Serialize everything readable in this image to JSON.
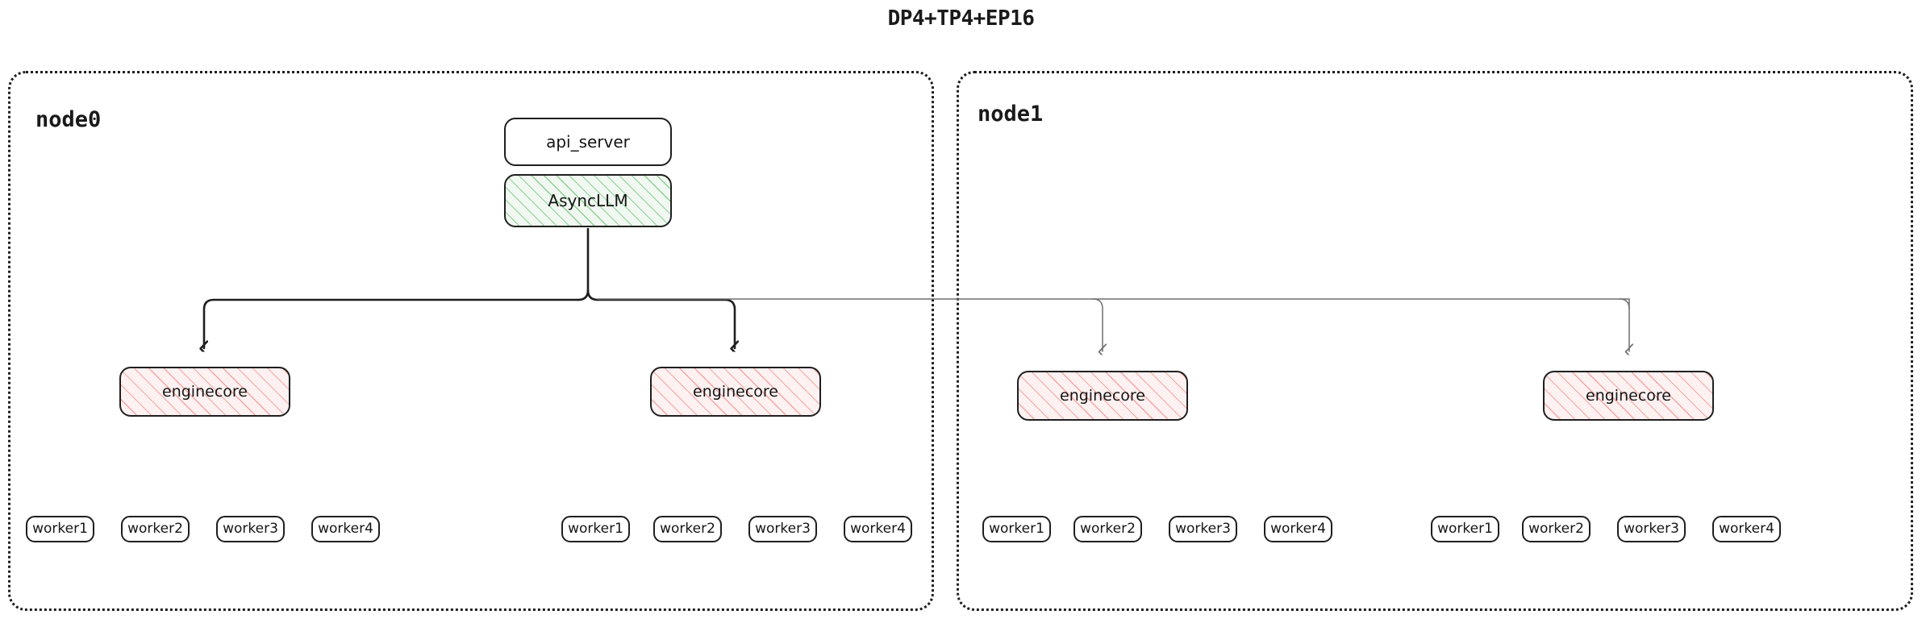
{
  "title": "DP4+TP4+EP16",
  "colors": {
    "stroke_dark": "#1f1f1f",
    "stroke_light": "#6f6f6f",
    "hatch_green": "#8fcf97",
    "hatch_green_bg": "#f1f8f1",
    "hatch_pink": "#f3a6a6",
    "hatch_pink_bg": "#fdf1f1",
    "background": "#ffffff",
    "text": "#151515"
  },
  "nodes": [
    {
      "id": "node0",
      "label": "node0",
      "engines": [
        {
          "label": "enginecore",
          "workers": [
            "worker1",
            "worker2",
            "worker3",
            "worker4"
          ]
        },
        {
          "label": "enginecore",
          "workers": [
            "worker1",
            "worker2",
            "worker3",
            "worker4"
          ]
        }
      ]
    },
    {
      "id": "node1",
      "label": "node1",
      "engines": [
        {
          "label": "enginecore",
          "workers": [
            "worker1",
            "worker2",
            "worker3",
            "worker4"
          ]
        },
        {
          "label": "enginecore",
          "workers": [
            "worker1",
            "worker2",
            "worker3",
            "worker4"
          ]
        }
      ]
    }
  ],
  "frontend": {
    "api_server": "api_server",
    "async_llm": "AsyncLLM"
  },
  "chart_data": {
    "type": "diagram",
    "title": "DP4+TP4+EP16",
    "description": "vLLM data-parallel deployment topology: one api_server/AsyncLLM frontend on node0 fans out to 4 enginecore processes (2 on node0, 2 on node1), each enginecore driving 4 workers.",
    "nodes": [
      "node0",
      "node1"
    ],
    "enginecore_count": 4,
    "enginecores_per_node": 2,
    "workers_per_enginecore": 4,
    "total_workers": 16,
    "edges": [
      {
        "from": "AsyncLLM",
        "to": "node0.enginecore0",
        "style": "solid-dark"
      },
      {
        "from": "AsyncLLM",
        "to": "node0.enginecore1",
        "style": "solid-dark"
      },
      {
        "from": "AsyncLLM",
        "to": "node1.enginecore0",
        "style": "solid-light"
      },
      {
        "from": "AsyncLLM",
        "to": "node1.enginecore1",
        "style": "solid-light"
      }
    ]
  }
}
